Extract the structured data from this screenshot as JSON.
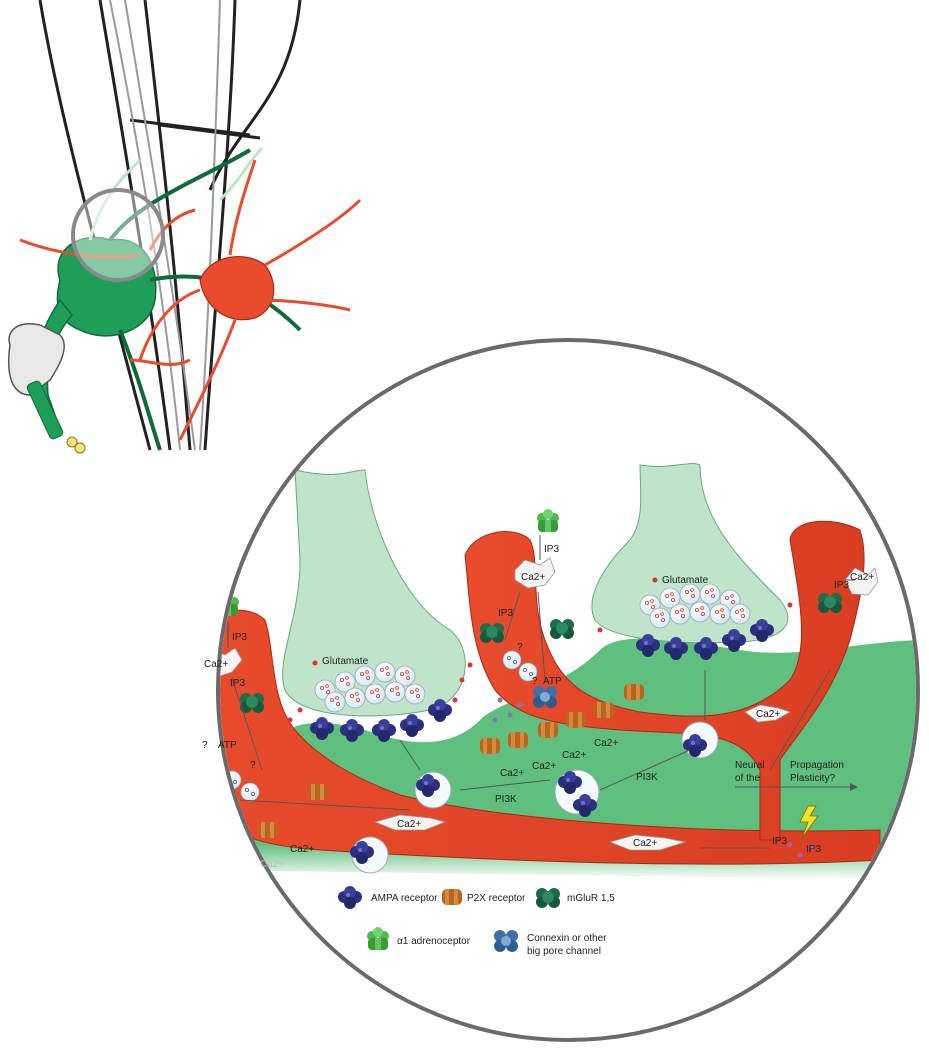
{
  "colors": {
    "astrocyte": "#e84c2c",
    "astrocyte_dark": "#b8301a",
    "neuron_green": "#1f9e5a",
    "neuron_pale": "#bfe4c9",
    "neuron_bg": "#5fbf7e",
    "ampa": "#2a2f7e",
    "p2x": "#b8661e",
    "mglur": "#1f6b4a",
    "alpha1": "#4fb84f",
    "connexin": "#3f6fa8",
    "circle_outline": "#6a6a6a"
  },
  "labels": {
    "glutamate_left": "Glutamate",
    "glutamate_right": "Glutamate",
    "ip3_top_center": "IP3",
    "ip3_left_top": "IP3",
    "ip3_left_mid": "IP3",
    "ip3_center_mid": "IP3",
    "ip3_right": "IP3",
    "ip3_bottom": "IP3",
    "ip3_bottom_right": "IP3",
    "ca_left": "Ca2+",
    "ca_center": "Ca2+",
    "ca_right": "Ca2+",
    "ca_mid_right": "Ca2+",
    "ca_channel_mid": "Ca2+",
    "ca_channel_right": "Ca2+",
    "ca_p2x_1": "Ca2+",
    "ca_p2x_2": "Ca2+",
    "ca_p2x_3": "Ca2+",
    "ca_p2x_4": "Ca2+",
    "ca_bottom_left": "Ca2+",
    "ca_bottom_faded": "Ca2+",
    "atp_left": "ATP",
    "atp_center": "ATP",
    "q1": "?",
    "q2": "?",
    "q3": "?",
    "q4": "?",
    "pi3k_left": "PI3K",
    "pi3k_right": "PI3K",
    "neural_line1": "Neural",
    "neural_line2": "of the",
    "propagation_line1": "Propagation",
    "propagation_line2": "Plasticity?"
  },
  "legend": {
    "ampa": "AMPA receptor",
    "p2x": "P2X receptor",
    "mglur": "mGluR 1,5",
    "alpha1": "α1 adrenoceptor",
    "connexin_line1": "Connexin or other",
    "connexin_line2": "big pore channel"
  },
  "icons": [
    "ampa-receptor-icon",
    "p2x-receptor-icon",
    "mglur-receptor-icon",
    "alpha1-adrenoceptor-icon",
    "connexin-channel-icon",
    "lightning-bolt-icon",
    "electrode-icon"
  ]
}
